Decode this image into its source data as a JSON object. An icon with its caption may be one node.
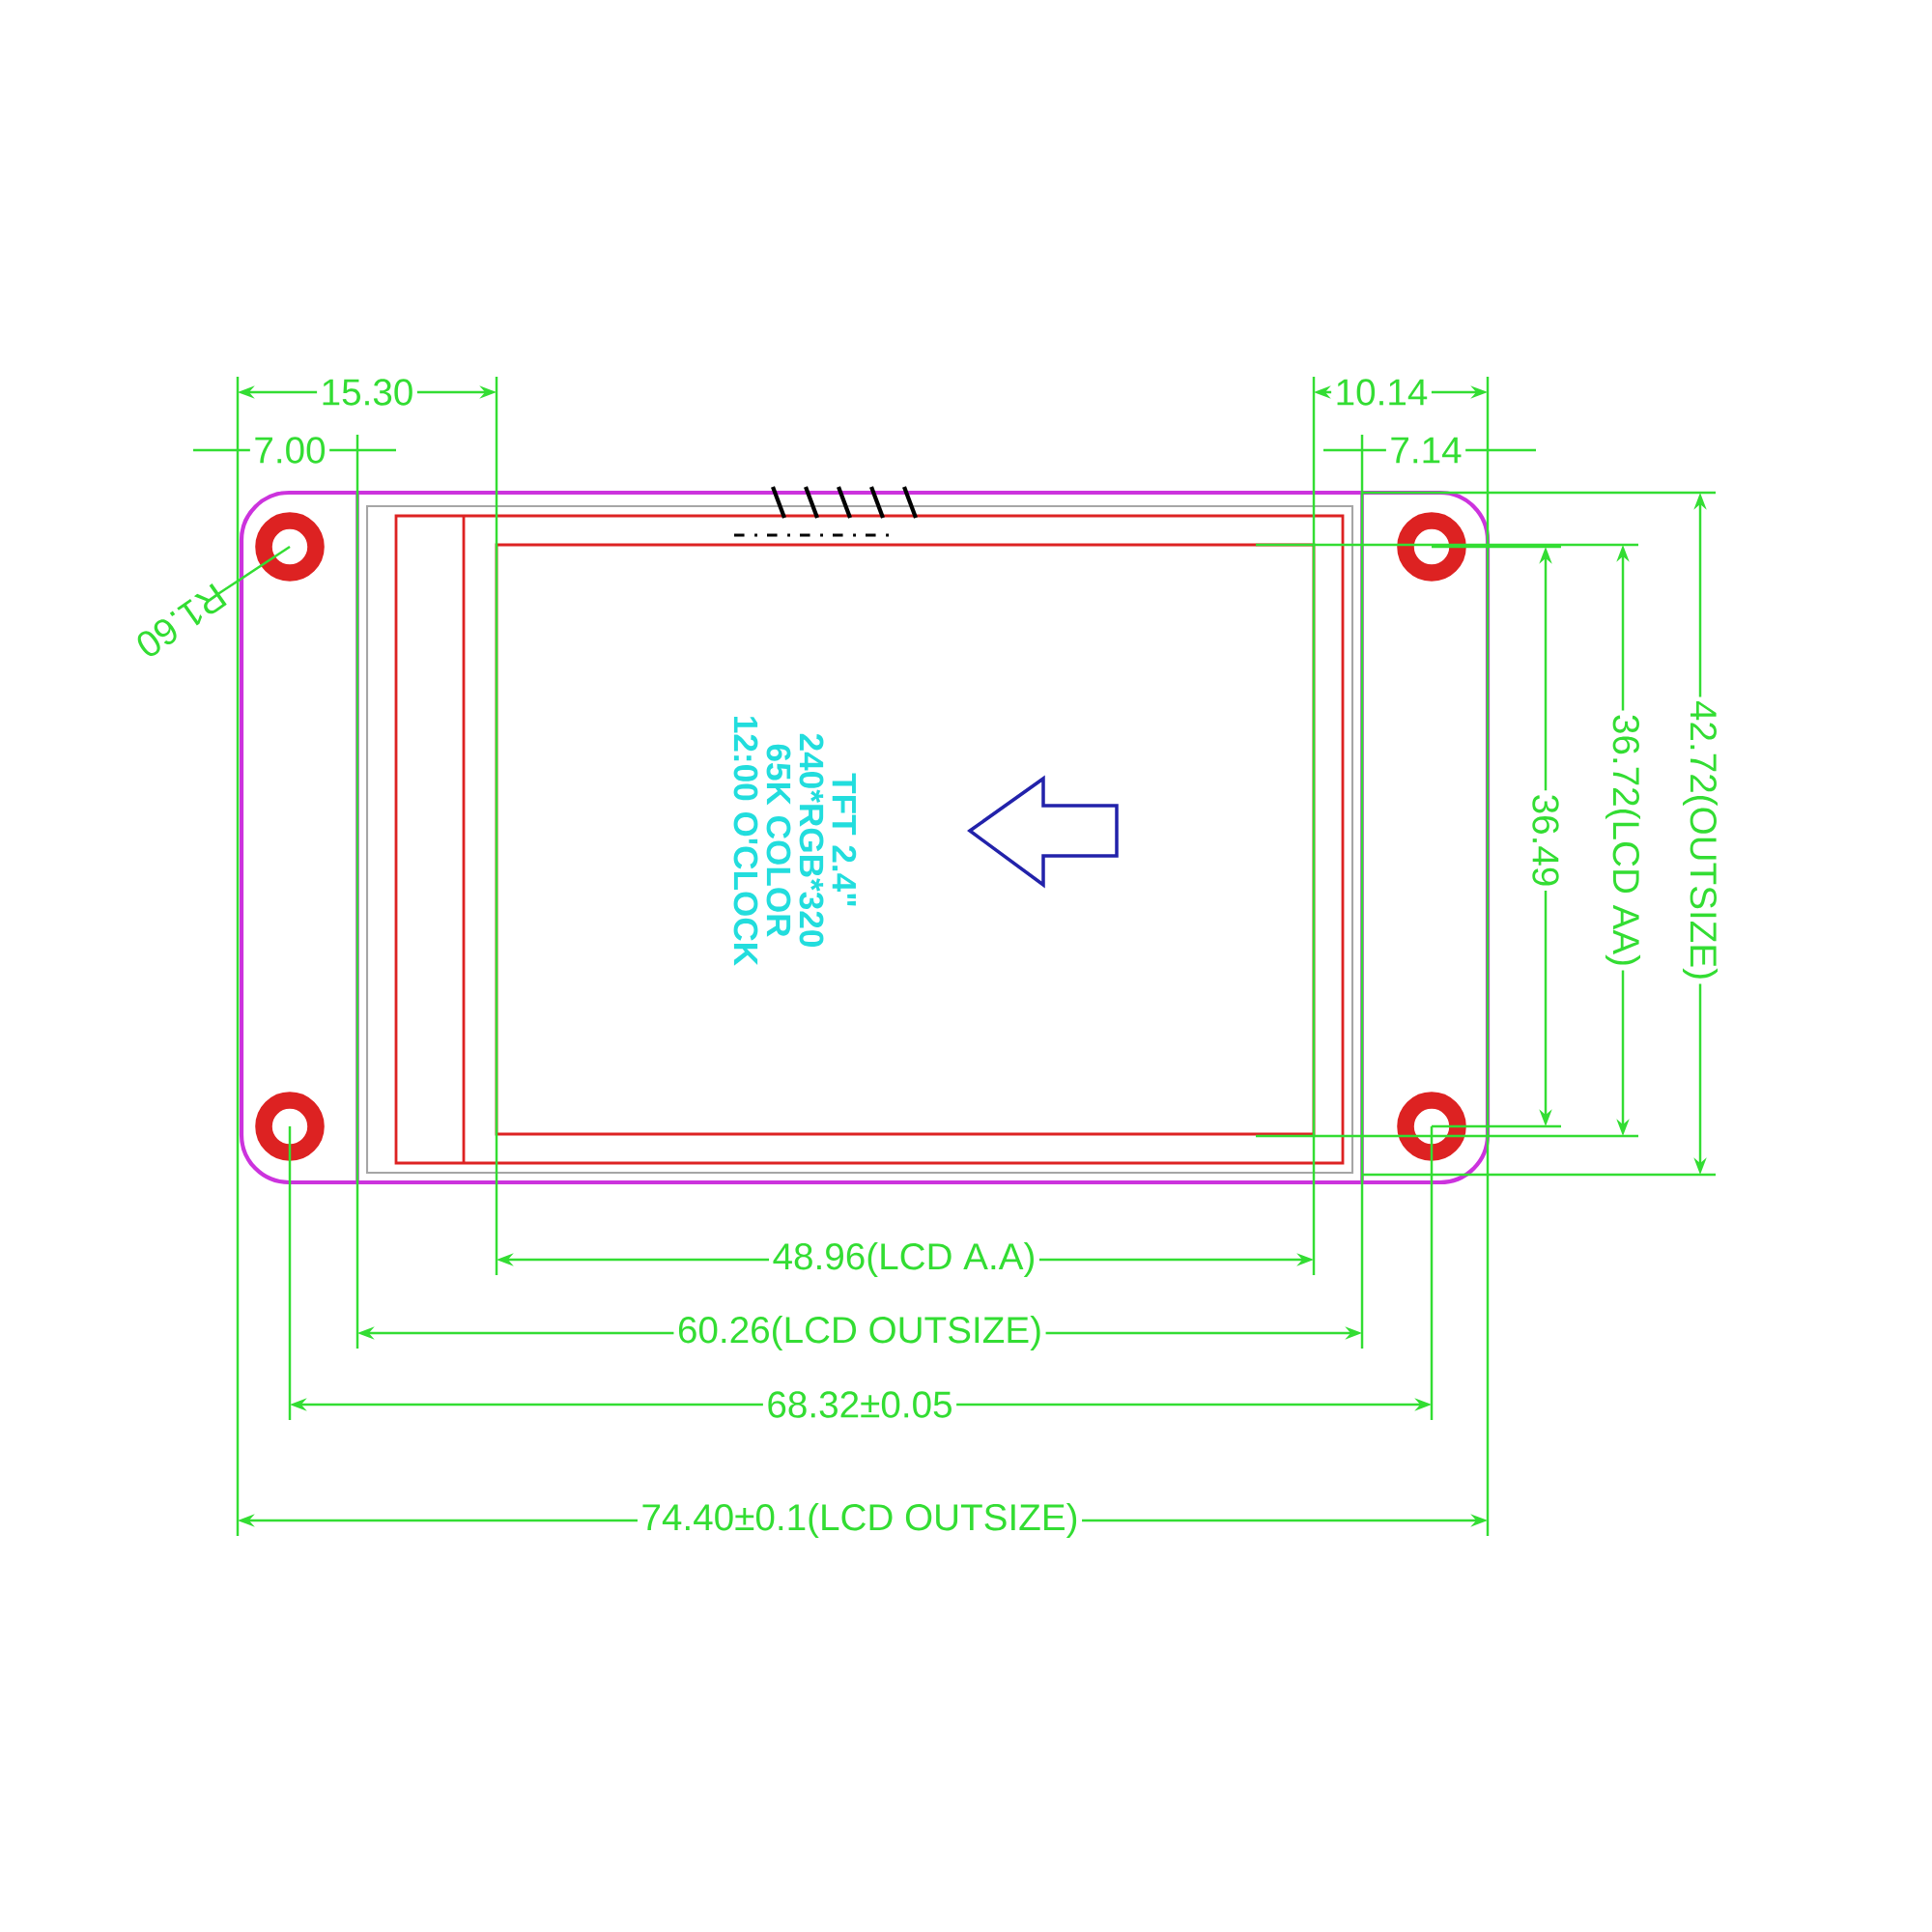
{
  "diagram": {
    "labels": [
      "15.30",
      "7.00",
      "R1.60",
      "10.14",
      "7.14",
      "TFT 2.4\"",
      "240*RGB*320",
      "65K COLOR",
      "12:00 O'CLOCK",
      "42.72(OUTSIZE)",
      "36.72(LCD AA)",
      "36.49",
      "48.96(LCD A.A)",
      "60.26(LCD OUTSIZE)",
      "68.32±0.05",
      "74.40±0.1(LCD OUTSIZE)"
    ]
  }
}
